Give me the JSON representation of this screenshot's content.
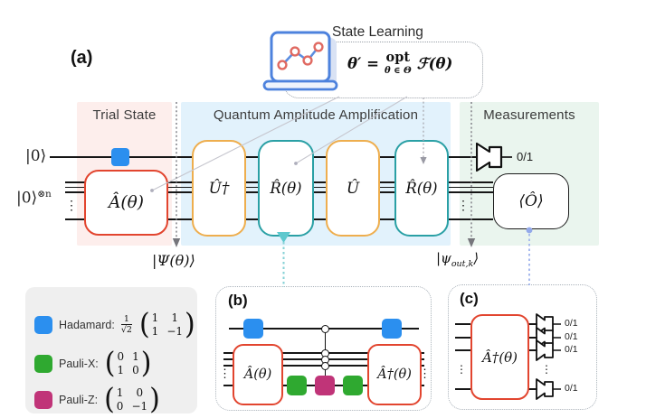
{
  "figure": {
    "panel_a_label": "(a)",
    "state_learning": {
      "title": "State Learning",
      "formula": {
        "lhs": "θ′ =",
        "op": "opt",
        "cond": "θ ∈ Θ",
        "rhs": "ℱ(θ)"
      }
    },
    "regions": [
      {
        "name": "trial-state",
        "label": "Trial State",
        "bg": "#fdeeec"
      },
      {
        "name": "quantum-amplitude-amplification",
        "label": "Quantum Amplitude Amplification",
        "bg": "#e2f2fc"
      },
      {
        "name": "measurements",
        "label": "Measurements",
        "bg": "#eaf5ee"
      }
    ],
    "inputs": {
      "ancilla": "|0⟩",
      "register_base": "|0⟩",
      "register_sup": "⊗n"
    },
    "gates": [
      {
        "name": "A-theta",
        "label": "Â(θ)"
      },
      {
        "name": "U-dagger",
        "label": "Û†"
      },
      {
        "name": "R-theta-1",
        "label": "R̂(θ)"
      },
      {
        "name": "U",
        "label": "Û"
      },
      {
        "name": "R-theta-2",
        "label": "R̂(θ)"
      },
      {
        "name": "O-expectation",
        "label": "⟨Ô⟩"
      }
    ],
    "readout": "0/1",
    "state_labels": {
      "psi": "|Ψ(θ)⟩",
      "psi_out_pre": "|ψ",
      "psi_out_sub": "out,k",
      "psi_out_post": "⟩"
    }
  },
  "legend": {
    "items": [
      {
        "name": "hadamard",
        "label": "Hadamard:",
        "color": "#2b8fef",
        "frac_num": "1",
        "frac_den": "√2",
        "matrix": [
          [
            "1",
            "1"
          ],
          [
            "1",
            "−1"
          ]
        ]
      },
      {
        "name": "pauli-x",
        "label": "Pauli-X:",
        "color": "#2fa930",
        "matrix": [
          [
            "0",
            "1"
          ],
          [
            "1",
            "0"
          ]
        ]
      },
      {
        "name": "pauli-z",
        "label": "Pauli-Z:",
        "color": "#c03478",
        "matrix": [
          [
            "1",
            "0"
          ],
          [
            "0",
            "−1"
          ]
        ]
      }
    ]
  },
  "panel_b": {
    "label": "(b)",
    "gate_a": "Â(θ)",
    "gate_a_dag": "Â†(θ)"
  },
  "panel_c": {
    "label": "(c)",
    "gate": "Â†(θ)",
    "readouts": [
      "0/1",
      "0/1",
      "0/1",
      "0/1"
    ]
  },
  "misc": {
    "vdots": "⋮"
  },
  "colors": {
    "hadamard_blue": "#2b8fef",
    "pauli_x_green": "#2fa930",
    "pauli_z_magenta": "#c03478",
    "trial_red": "#e2452f",
    "amp_orange": "#eeae4e",
    "amp_teal": "#2aa0a5",
    "measure_black": "#1c1c1c",
    "connector_teal": "#63c8ce",
    "connector_blue": "#93a9ea"
  }
}
